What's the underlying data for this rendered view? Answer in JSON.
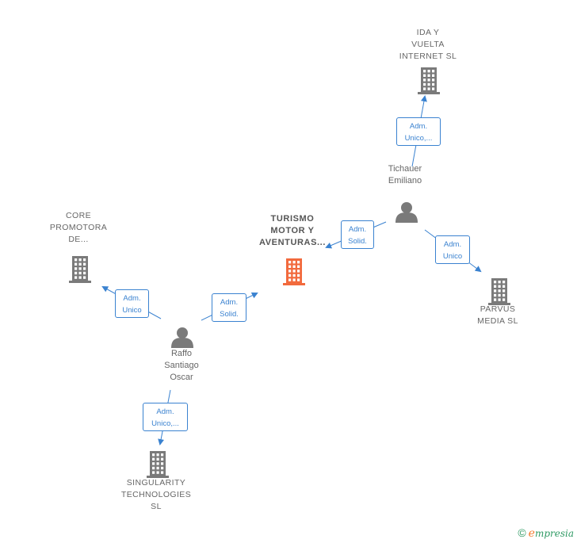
{
  "nodes": {
    "ida_y_vuelta": {
      "label": "IDA Y\nVUELTA\nINTERNET  SL",
      "type": "company"
    },
    "tichauer": {
      "label": "Tichauer\nEmiliano",
      "type": "person"
    },
    "turismo": {
      "label": "TURISMO\nMOTOR Y\nAVENTURAS...",
      "type": "company-main"
    },
    "core": {
      "label": "CORE\nPROMOTORA\nDE...",
      "type": "company"
    },
    "parvus": {
      "label": "PARVUS\nMEDIA SL",
      "type": "company"
    },
    "raffo": {
      "label": "Raffo\nSantiago\nOscar",
      "type": "person"
    },
    "singularity": {
      "label": "SINGULARITY\nTECHNOLOGIES\nSL",
      "type": "company"
    }
  },
  "edges": {
    "tichauer_ida": {
      "label": "Adm.\nUnico,..."
    },
    "tichauer_turismo": {
      "label": "Adm.\nSolid."
    },
    "tichauer_parvus": {
      "label": "Adm.\nUnico"
    },
    "raffo_core": {
      "label": "Adm.\nUnico"
    },
    "raffo_turismo": {
      "label": "Adm.\nSolid."
    },
    "raffo_singularity": {
      "label": "Adm.\nUnico,..."
    }
  },
  "colors": {
    "company_icon": "#7a7a7a",
    "main_company_icon": "#f26a3d",
    "person_icon": "#7a7a7a",
    "edge": "#3a82d0"
  },
  "brand": {
    "copyright": "©",
    "initial": "e",
    "rest": "mpresia"
  }
}
